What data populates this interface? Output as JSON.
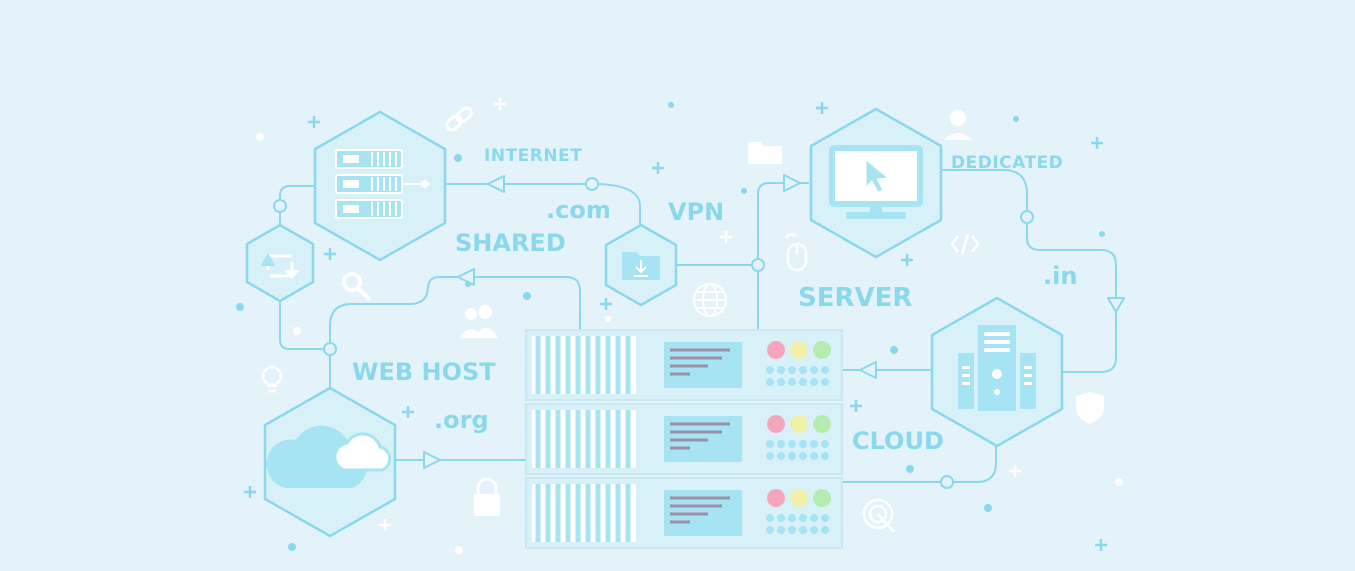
{
  "colors": {
    "background": "#e4f3fa",
    "line": "#8ad8ec",
    "fill_light": "#d8f1f9",
    "fill_strong": "#a6e3f3",
    "text": "#8ad8ec",
    "white_icon": "#ffffff",
    "led_red": "#f5a6bd",
    "led_yellow": "#f1f0a8",
    "led_green": "#b5ecb0",
    "bar_text": "#9a8fa5"
  },
  "labels": {
    "internet": "INTERNET",
    "dotcom": ".com",
    "vpn": "VPN",
    "shared": "SHARED",
    "dedicated": "DEDICATED",
    "dotin": ".in",
    "server": "SERVER",
    "webhost": "WEB HOST",
    "dotorg": ".org",
    "cloud": "CLOUD"
  },
  "icons": {
    "server_rack": "server-rack-icon",
    "sync": "sync-arrows-icon",
    "folder_download": "folder-download-icon",
    "monitor": "monitor-cursor-icon",
    "tower": "server-tower-icon",
    "cloud": "cloud-icon",
    "rack_unit": "rack-unit-icon",
    "link": "link-icon",
    "folder": "folder-icon",
    "support": "support-agent-icon",
    "search": "search-icon",
    "users": "users-icon",
    "globe": "globe-icon",
    "mouse": "mouse-icon",
    "code": "code-icon",
    "bulb": "lightbulb-icon",
    "lock": "lock-icon",
    "shield": "shield-icon",
    "touch": "touch-icon"
  }
}
